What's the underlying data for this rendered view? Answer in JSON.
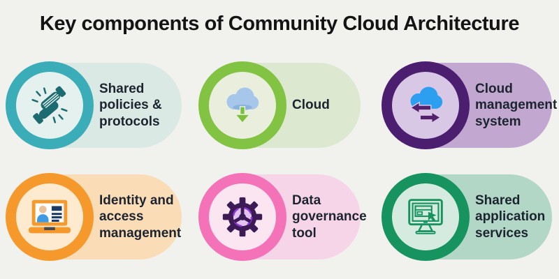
{
  "title": "Key components of Community Cloud Architecture",
  "page_bg": "#f1f1ee",
  "title_color": "#141414",
  "label_color": "#1c2430",
  "cards": [
    {
      "id": "shared-policies-protocols",
      "label": "Shared\npolicies &\nprotocols",
      "icon": "handshake-icon",
      "colors": {
        "pill": "#dbe9e5",
        "ring": "#3aadb8",
        "inner": "#e4f1ee",
        "a": "#1c6b70",
        "b": "#1c6b70",
        "c": "#1c6b70",
        "d": "#1c6b70"
      }
    },
    {
      "id": "cloud",
      "label": "Cloud",
      "icon": "cloud-download-icon",
      "colors": {
        "pill": "#dde8d0",
        "ring": "#83c343",
        "inner": "#e9efdc",
        "a": "#a6c6ea",
        "b": "#8ab2df",
        "c": "#7cbe3e",
        "d": "#83c343"
      }
    },
    {
      "id": "cloud-management-system",
      "label": "Cloud\nmanagement\nsystem",
      "icon": "cloud-transfer-icon",
      "colors": {
        "pill": "#c2a8d1",
        "ring": "#4c1e70",
        "inner": "#d9c7e6",
        "a": "#2d9ff0",
        "b": "#54216d",
        "c": "#54216d",
        "d": "#54216d"
      }
    },
    {
      "id": "identity-access-management",
      "label": "Identity and\naccess\nmanagement",
      "icon": "identity-monitor-icon",
      "colors": {
        "pill": "#fadcb6",
        "ring": "#f5992c",
        "inner": "#fdeacf",
        "a": "#f5992c",
        "b": "#3e9ae1",
        "c": "#1e3c63",
        "d": "#eac19b"
      }
    },
    {
      "id": "data-governance-tool",
      "label": "Data\ngovernance\ntool",
      "icon": "gear-icon",
      "colors": {
        "pill": "#f7d5e8",
        "ring": "#f472b7",
        "inner": "#fbe5f1",
        "a": "#3c1a55",
        "b": "#8d36d8",
        "c": "#e2c2ef",
        "d": "#3c1a55"
      }
    },
    {
      "id": "shared-application-services",
      "label": "Shared\napplication\nservices",
      "icon": "app-monitor-icon",
      "colors": {
        "pill": "#b3d7c7",
        "ring": "#16935f",
        "inner": "#d6ebdf",
        "a": "#16935f",
        "b": "#16935f",
        "c": "#16935f",
        "d": "#16935f"
      }
    }
  ]
}
